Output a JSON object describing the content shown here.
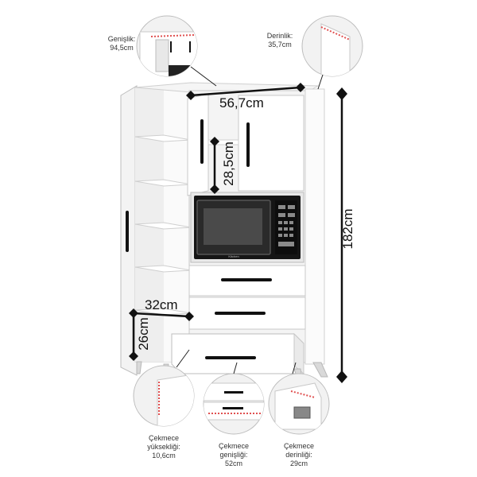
{
  "callouts": {
    "width": {
      "title": "Genişlik:",
      "value": "94,5cm"
    },
    "depth": {
      "title": "Derinlik:",
      "value": "35,7cm"
    },
    "drawer_height": {
      "title": "Çekmece yüksekliği:",
      "value": "10,6cm"
    },
    "drawer_width": {
      "title": "Çekmece genişliği:",
      "value": "52cm"
    },
    "drawer_depth": {
      "title": "Çekmece derinliği:",
      "value": "29cm"
    }
  },
  "dimensions": {
    "top_width": "56,7cm",
    "upper_shelf_height": "28,5cm",
    "total_height": "182cm",
    "shelf_depth": "32cm",
    "shelf_height": "26cm"
  },
  "microwave_brand": "Kitchen"
}
